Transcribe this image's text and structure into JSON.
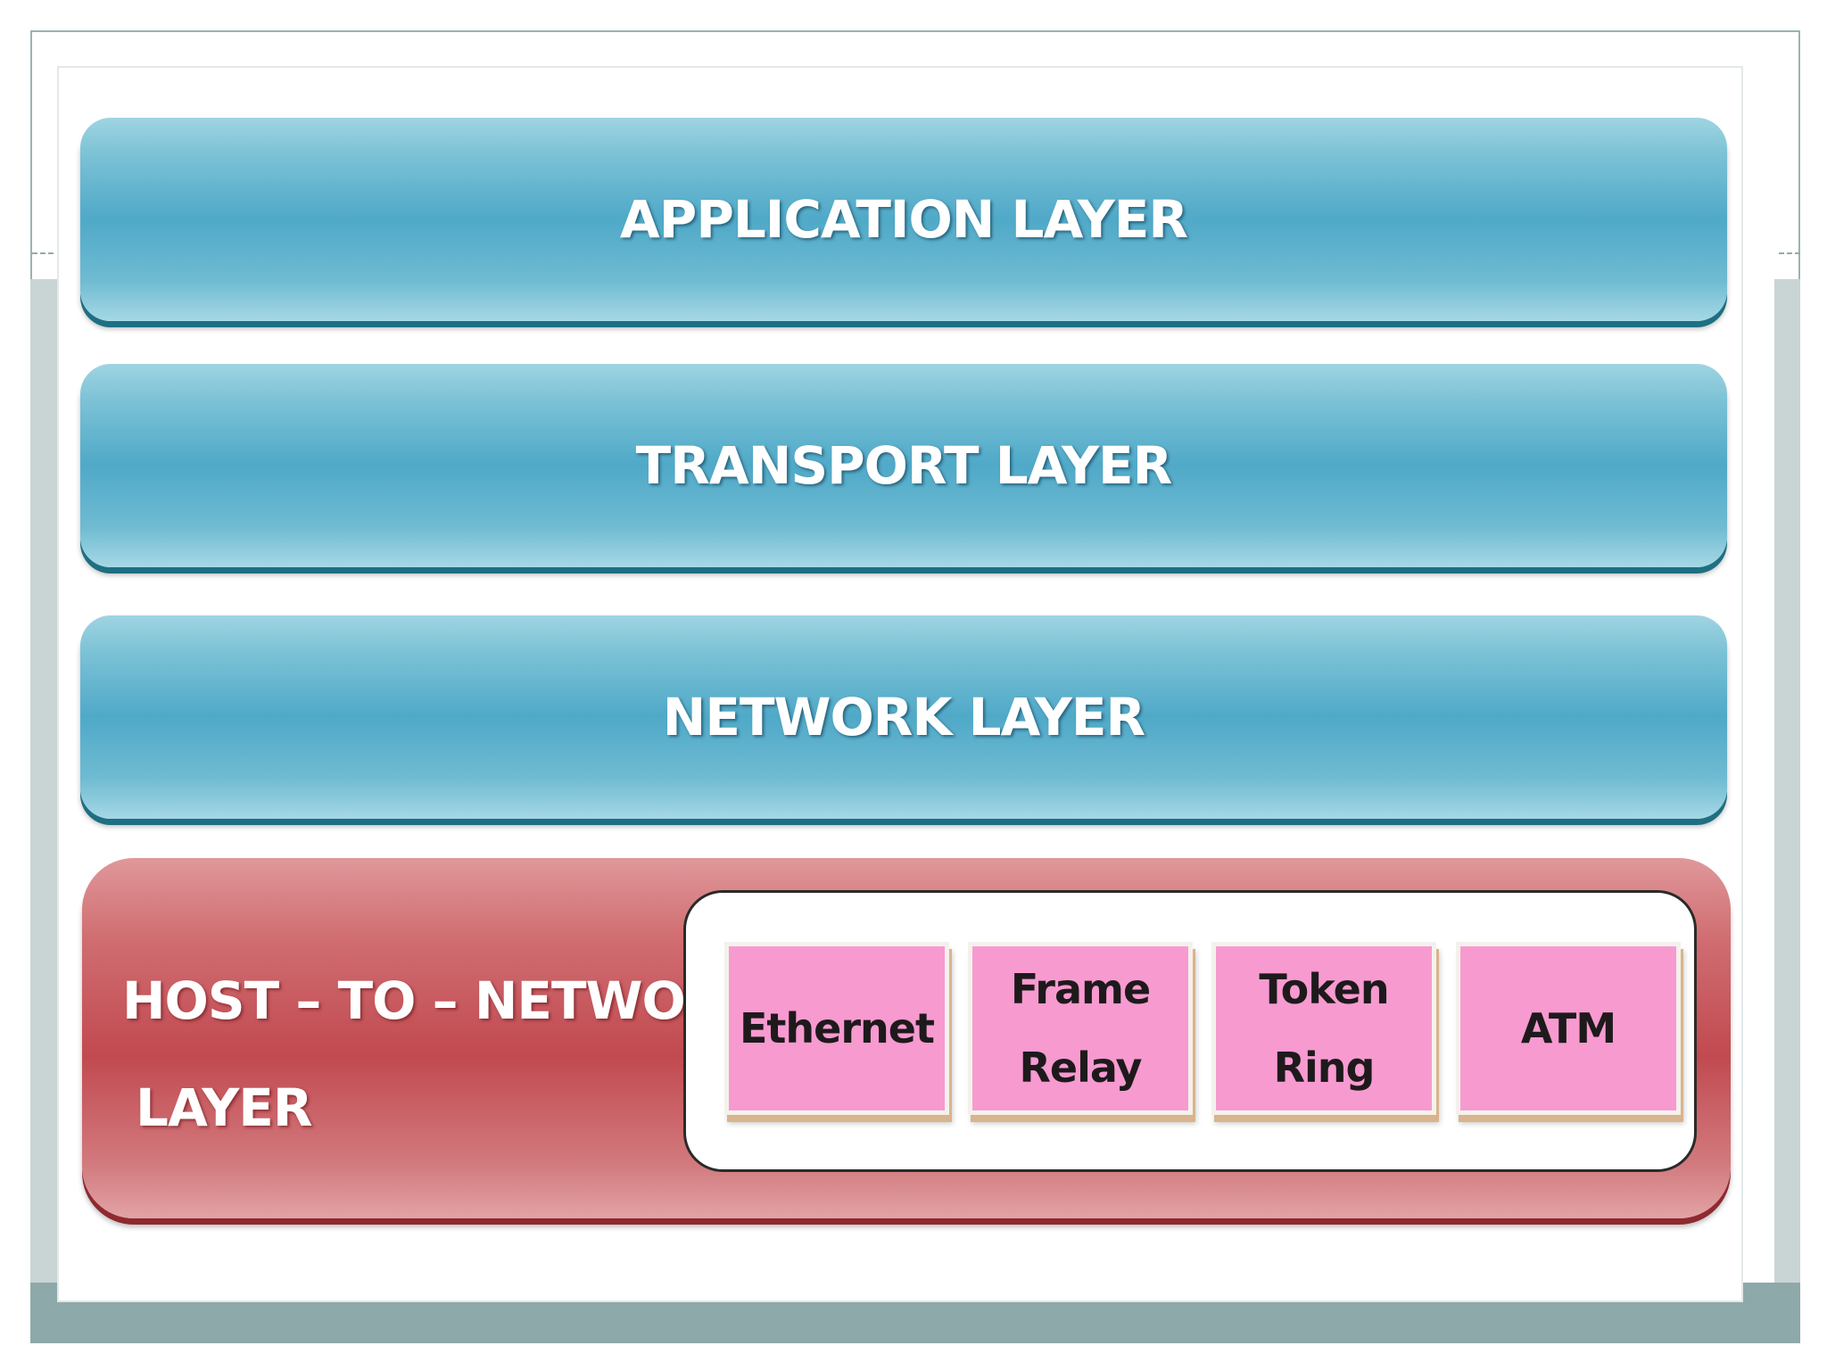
{
  "layers": {
    "application": "APPLICATION LAYER",
    "transport": "TRANSPORT LAYER",
    "network": "NETWORK LAYER",
    "host_to_network": {
      "line1": "HOST – TO – NETWORK",
      "line2": "LAYER"
    }
  },
  "protocols": [
    "Ethernet",
    "Frame\nRelay",
    "Token\nRing",
    "ATM"
  ],
  "colors": {
    "layer_blue": "#4fa9c8",
    "host_red": "#c14a50",
    "protocol_pink": "#f79ad0"
  }
}
